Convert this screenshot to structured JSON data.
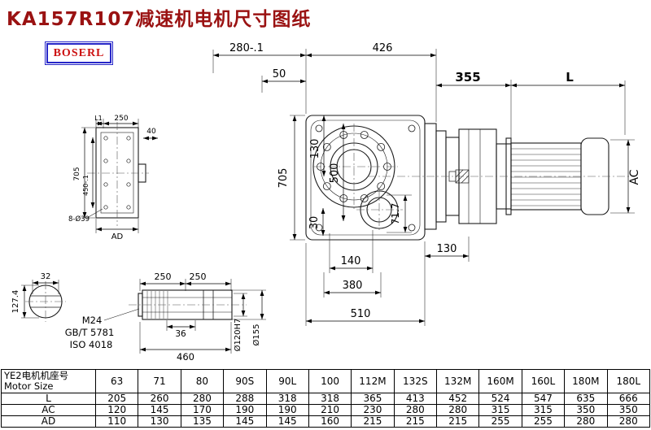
{
  "page": {
    "title": "KA157R107减速机电机尺寸图纸",
    "logo": "BOSERL"
  },
  "dims": {
    "d280": "280-.1",
    "d426": "426",
    "d50": "50",
    "d355": "355",
    "dL": "L",
    "d705": "705",
    "d130v": "130",
    "d500": "500",
    "d30": "30",
    "d717": "71.7",
    "d140": "140",
    "d130b": "130",
    "d380": "380",
    "d510": "510",
    "dAC": "AC",
    "left_view": {
      "dL1": "L1",
      "d250": "250",
      "d40": "40",
      "d705": "705",
      "d450": "450-.1",
      "dAD": "AD",
      "holes": "8-Ø39"
    },
    "end_view": {
      "d32": "32",
      "d1274": "127.4"
    },
    "shaft": {
      "d250a": "250",
      "d250b": "250",
      "m24": "M24",
      "gb": "GB/T 5781",
      "iso": "ISO 4018",
      "d36": "36",
      "d460": "460",
      "d120": "Ø120H7",
      "d155": "Ø155"
    }
  },
  "table": {
    "header_cn": "YE2电机机座号",
    "header_en": "Motor Size",
    "sizes": [
      "63",
      "71",
      "80",
      "90S",
      "90L",
      "100",
      "112M",
      "132S",
      "132M",
      "160M",
      "160L",
      "180M",
      "180L"
    ],
    "rows": [
      {
        "label": "L",
        "values": [
          "205",
          "260",
          "280",
          "288",
          "318",
          "318",
          "365",
          "413",
          "452",
          "524",
          "547",
          "635",
          "666"
        ]
      },
      {
        "label": "AC",
        "values": [
          "120",
          "145",
          "170",
          "190",
          "190",
          "210",
          "230",
          "280",
          "280",
          "315",
          "315",
          "350",
          "350"
        ]
      },
      {
        "label": "AD",
        "values": [
          "110",
          "130",
          "135",
          "145",
          "145",
          "160",
          "215",
          "215",
          "215",
          "255",
          "255",
          "280",
          "280"
        ]
      }
    ]
  }
}
